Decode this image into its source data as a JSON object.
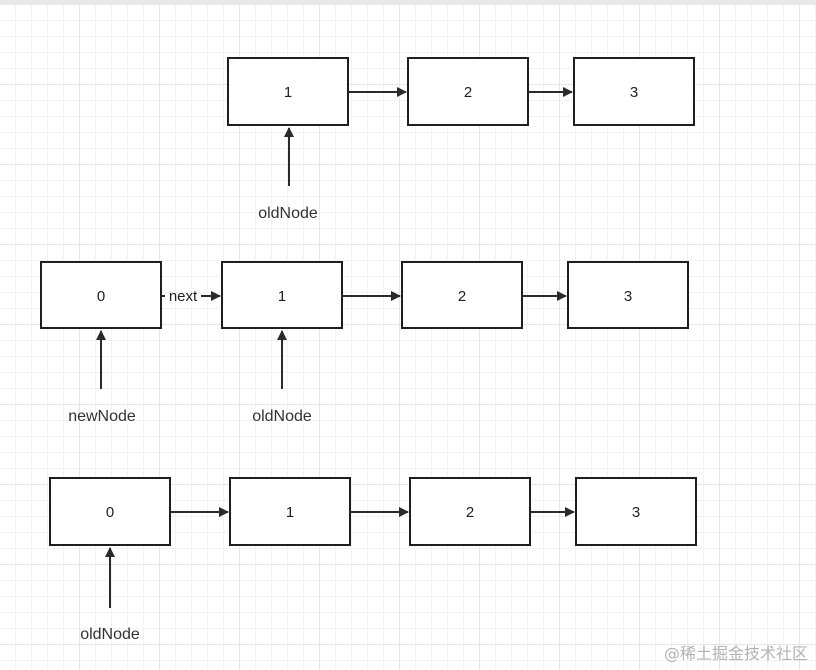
{
  "row1": {
    "nodes": [
      "1",
      "2",
      "3"
    ],
    "pointer": "oldNode"
  },
  "row2": {
    "nodes": [
      "0",
      "1",
      "2",
      "3"
    ],
    "next_label": "next",
    "pointers": [
      "newNode",
      "oldNode"
    ]
  },
  "row3": {
    "nodes": [
      "0",
      "1",
      "2",
      "3"
    ],
    "pointer": "oldNode"
  },
  "watermark": "@稀土掘金技术社区",
  "colors": {
    "stroke": "#1f1f1f",
    "grid": "#e6e6e6",
    "watermark": "#b3b3b3"
  }
}
